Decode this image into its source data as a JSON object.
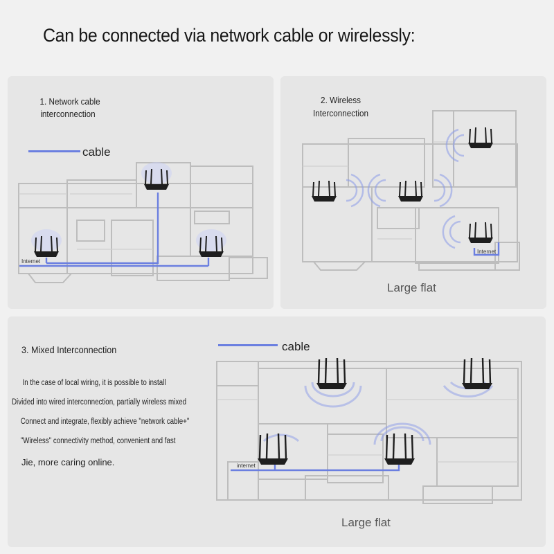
{
  "title": "Can be connected via network cable or wirelessly:",
  "panel1": {
    "heading_line1": "1. Network cable",
    "heading_line2": "interconnection",
    "legend_label": "cable",
    "internet_label": "Internet"
  },
  "panel2": {
    "heading_line1": "2. Wireless",
    "heading_line2": "Interconnection",
    "internet_label": "Internet",
    "caption": "Large flat"
  },
  "panel3": {
    "heading": "3. Mixed Interconnection",
    "legend_label": "cable",
    "internet_label": "internet",
    "caption": "Large flat",
    "body_lines": [
      "In the case of local wiring, it is possible to install",
      "Divided into wired interconnection, partially wireless mixed",
      "Connect and integrate, flexibly achieve \"network cable+\"",
      "\"Wireless\" connectivity method, convenient and fast",
      "Jie, more caring online."
    ]
  },
  "colors": {
    "cable": "#6b7fe0",
    "panel": "#e6e6e6",
    "wall": "#bdbdbd",
    "router": "#1e1e1e"
  },
  "icons": [
    "router-icon",
    "wifi-signal-icon",
    "floor-plan"
  ]
}
